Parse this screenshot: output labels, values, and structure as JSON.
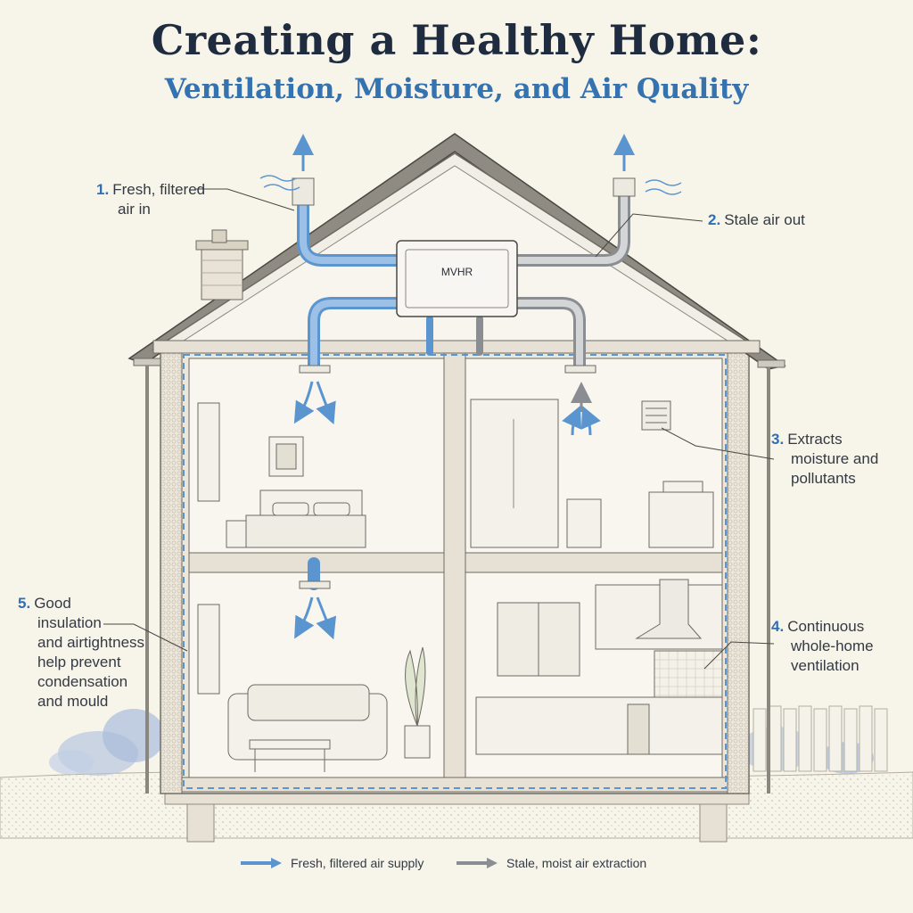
{
  "title": "Creating a Healthy Home:",
  "subtitle": "Ventilation, Moisture, and Air Quality",
  "unit_label": "MVHR",
  "callouts": [
    {
      "number": "1.",
      "lines": [
        "Fresh, filtered",
        "air in"
      ]
    },
    {
      "number": "2.",
      "lines": [
        "Stale air out"
      ]
    },
    {
      "number": "3.",
      "lines": [
        "Extracts",
        "moisture and",
        "pollutants"
      ]
    },
    {
      "number": "4.",
      "lines": [
        "Continuous",
        "whole-home",
        "ventilation"
      ]
    },
    {
      "number": "5.",
      "lines": [
        "Good",
        "insulation",
        "and airtightness",
        "help prevent",
        "condensation",
        "and mould"
      ]
    }
  ],
  "legend": {
    "supply": "Fresh, filtered air supply",
    "extract": "Stale, moist air extraction"
  },
  "colors": {
    "supply_blue": "#5b95d0",
    "extract_grey": "#8a8d92",
    "accent_blue": "#2f6fb2",
    "title_navy": "#1f2b3f"
  }
}
